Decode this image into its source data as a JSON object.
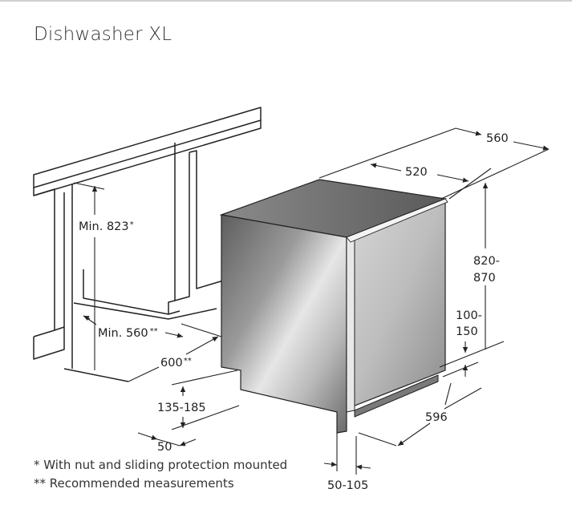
{
  "title": "Dishwasher XL",
  "dimensions": {
    "width_outer": "560",
    "width_inner": "520",
    "height_range_top": "820-",
    "height_range_bottom": "870",
    "plinth_top": "100-",
    "plinth_bottom": "150",
    "depth": "596",
    "toe_height": "135-185",
    "toe_depth": "50",
    "door_offset": "50-105",
    "niche_height": "Min. 823",
    "niche_height_mark": "*",
    "niche_depth": "Min. 560",
    "niche_depth_mark": "**",
    "niche_width": "600",
    "niche_width_mark": "**"
  },
  "footnotes": {
    "single": "* With nut and sliding protection mounted",
    "double": "** Recommended measurements"
  },
  "colors": {
    "line": "#222222",
    "cabinet_light": "#f2f2f2",
    "cabinet_dark": "#6e6e6e"
  }
}
